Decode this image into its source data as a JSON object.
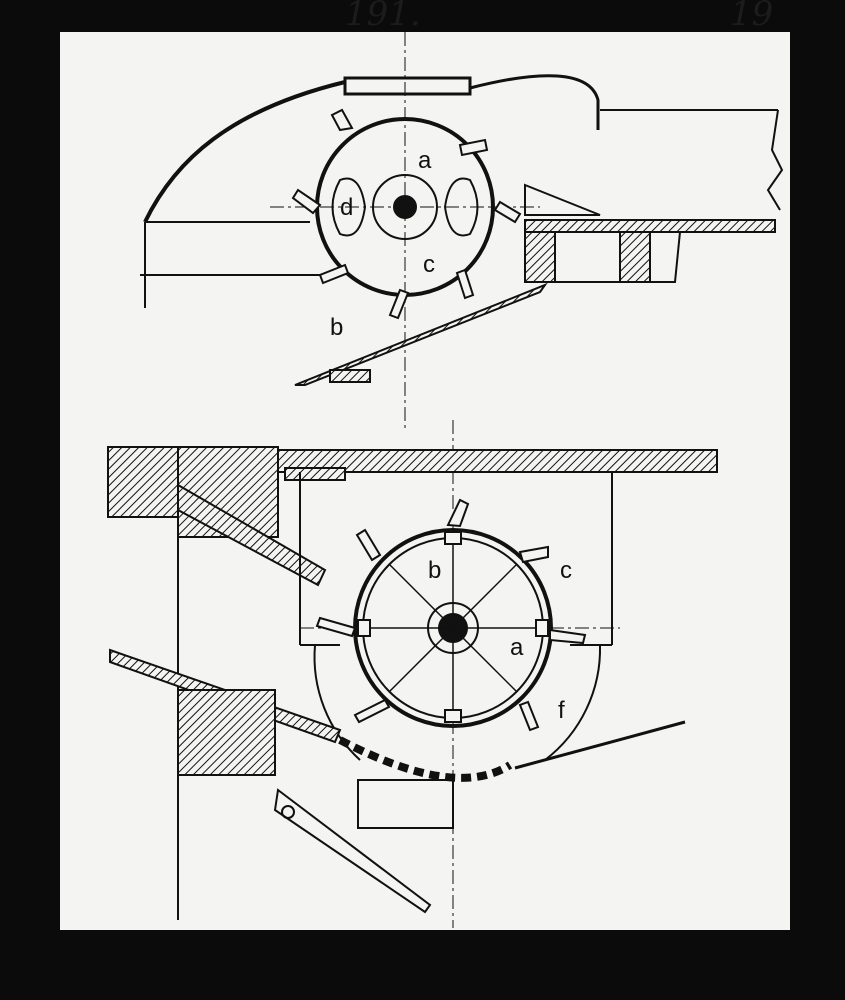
{
  "slide": {
    "catalog_number": "191.",
    "plate_number": "19"
  },
  "top_view": {
    "labels": {
      "a": "a",
      "b": "b",
      "c": "c",
      "d": "d"
    }
  },
  "bottom_view": {
    "labels": {
      "a": "a",
      "b": "b",
      "c": "c",
      "f": "f"
    }
  },
  "colors": {
    "background": "#0b0b0b",
    "paper": "#f4f4f2",
    "ink": "#111111"
  }
}
